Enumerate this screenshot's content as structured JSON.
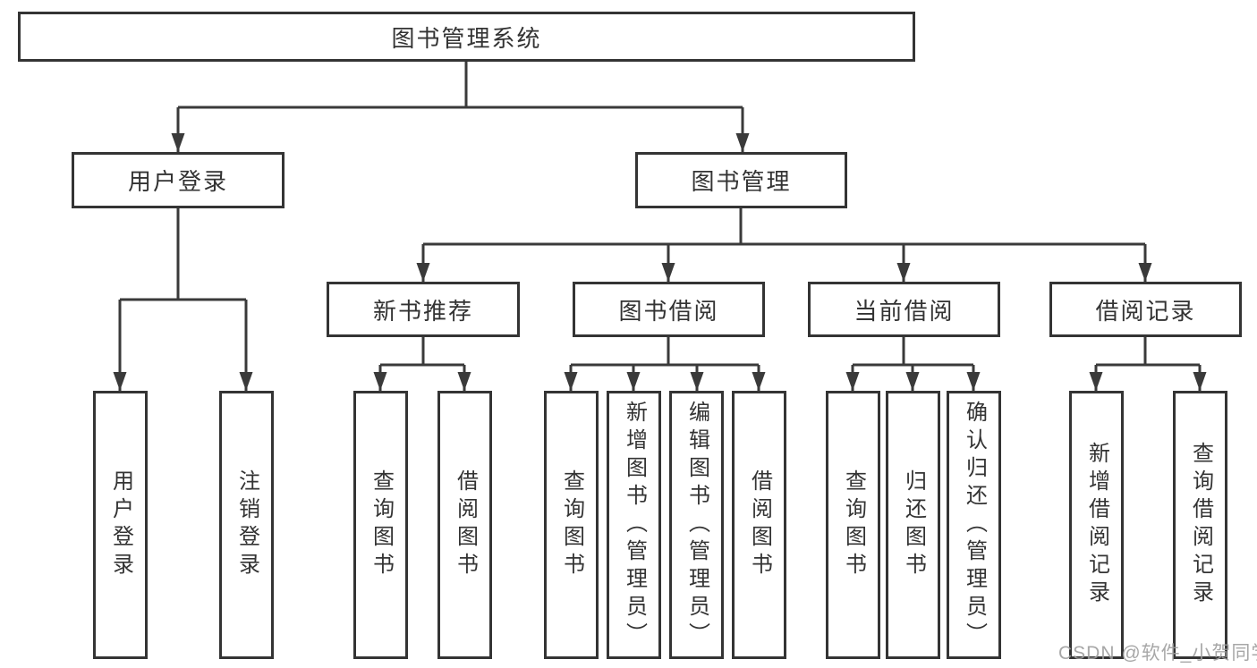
{
  "diagram": {
    "root": {
      "label": "图书管理系统"
    },
    "level2": [
      {
        "label": "用户登录"
      },
      {
        "label": "图书管理"
      }
    ],
    "level3": [
      {
        "label": "新书推荐"
      },
      {
        "label": "图书借阅"
      },
      {
        "label": "当前借阅"
      },
      {
        "label": "借阅记录"
      }
    ],
    "leaves": [
      {
        "label": "用户登录"
      },
      {
        "label": "注销登录"
      },
      {
        "label": "查询图书"
      },
      {
        "label": "借阅图书"
      },
      {
        "label": "查询图书"
      },
      {
        "label": "新增图书（管理员）"
      },
      {
        "label": "编辑图书（管理员）"
      },
      {
        "label": "借阅图书"
      },
      {
        "label": "查询图书"
      },
      {
        "label": "归还图书"
      },
      {
        "label": "确认归还（管理员）"
      },
      {
        "label": "新增借阅记录"
      },
      {
        "label": "查询借阅记录"
      }
    ],
    "watermark": "CSDN @软件_小贺同学",
    "colors": {
      "line": "#3a3a3a",
      "box_border": "#343434",
      "text": "#333333",
      "watermark": "#9e9e9e",
      "background": "#ffffff"
    }
  }
}
